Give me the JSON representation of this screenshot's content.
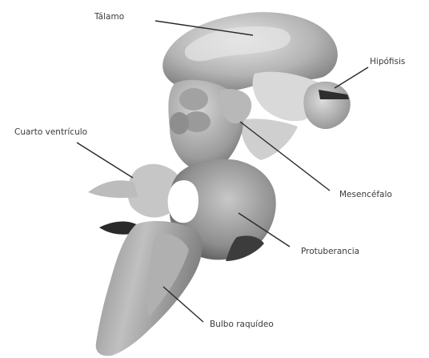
{
  "labels": {
    "talamo": "Tálamo",
    "hipofisis": "Hipófisis",
    "cuarto_ventriculo": "Cuarto ventrículo",
    "mesencefalo": "Mesencéfalo",
    "protuberancia": "Protuberancia",
    "bulbo_raquideo": "Bulbo raquídeo"
  },
  "colors": {
    "background": "#ffffff",
    "tissue_light": "#e2e2e2",
    "tissue_mid": "#a8a8a8",
    "tissue_dark": "#6a6a6a",
    "shadow": "#262626",
    "label_text": "#3a3a3a"
  }
}
